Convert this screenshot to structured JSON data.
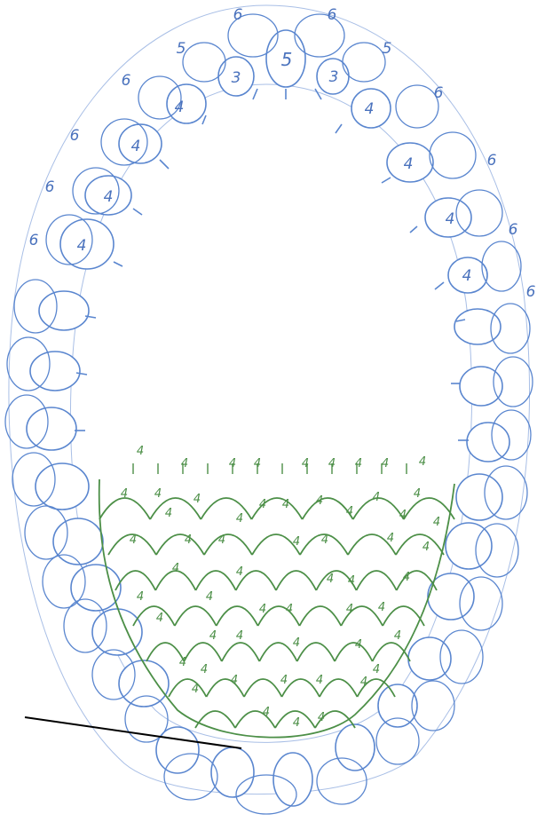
{
  "colors": {
    "outline": "#5a86cf",
    "number": "#4a72bd",
    "fill_pattern": "#4c8f47",
    "pointer": "#000000",
    "background": "#ffffff"
  },
  "top_counts": {
    "center_large": "5",
    "center_left": "3",
    "center_right": "3",
    "ring_left": [
      "4",
      "4",
      "4",
      "4"
    ],
    "ring_right": [
      "4",
      "4",
      "4",
      "4"
    ],
    "gap_left": [
      "6",
      "5",
      "6",
      "6",
      "6",
      "6"
    ],
    "gap_right": [
      "6",
      "5",
      "6",
      "6",
      "6",
      "6"
    ]
  },
  "fill_count": "4"
}
